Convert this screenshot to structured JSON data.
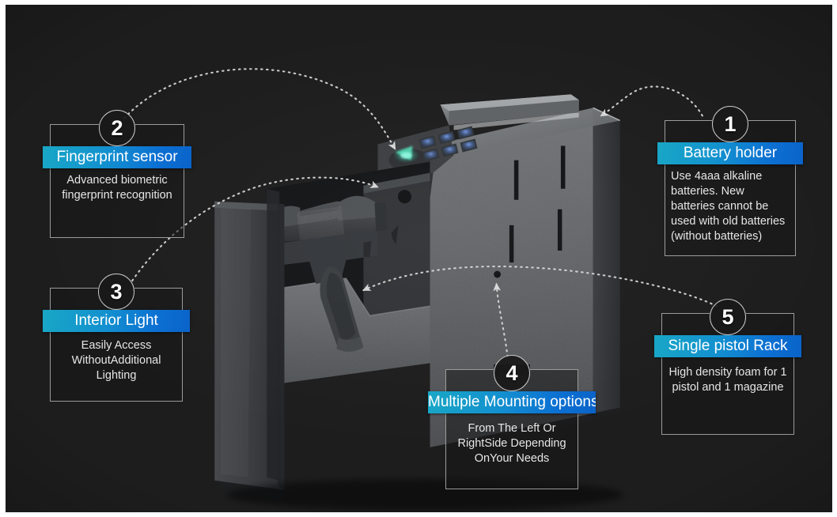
{
  "meta": {
    "product": "Biometric pistol safe",
    "background_color": "#1d1d1d",
    "frame_color": "#ffffff",
    "accent_gradient_from": "#19a7c6",
    "accent_gradient_to": "#0a63c9",
    "callout_border_color": "#9b9b9b",
    "leader_line_color": "#d8d8d8",
    "text_color": "#e6e6e6"
  },
  "callouts": [
    {
      "number": "1",
      "title": "Battery holder",
      "description": "Use 4aaa alkaline batteries. New batteries cannot be used with old batteries (without batteries)",
      "position": "right-top"
    },
    {
      "number": "2",
      "title": "Fingerprint sensor",
      "description": "Advanced biometric fingerprint recognition",
      "position": "left-top"
    },
    {
      "number": "3",
      "title": "Interior Light",
      "description": "Easily Access WithoutAdditional Lighting",
      "position": "left-bottom"
    },
    {
      "number": "4",
      "title": "Multiple Mounting options",
      "description": "From The Left Or RightSide Depending OnYour Needs",
      "position": "bottom-center"
    },
    {
      "number": "5",
      "title": "Single pistol Rack",
      "description": "High density foam for 1 pistol and 1 magazine",
      "position": "right-bottom"
    }
  ],
  "product_image": {
    "description": "Open biometric pistol safe shown at an angle with drawer extended",
    "parts": [
      "keypad-with-illuminated-buttons",
      "fingerprint-sensor",
      "pistol-in-foam-rack",
      "drawer-front-panel",
      "mounting-slots",
      "safe-body"
    ],
    "keypad_button_glow": "#3a6fd8",
    "fingerprint_sensor_glow": "#39d6b0"
  }
}
